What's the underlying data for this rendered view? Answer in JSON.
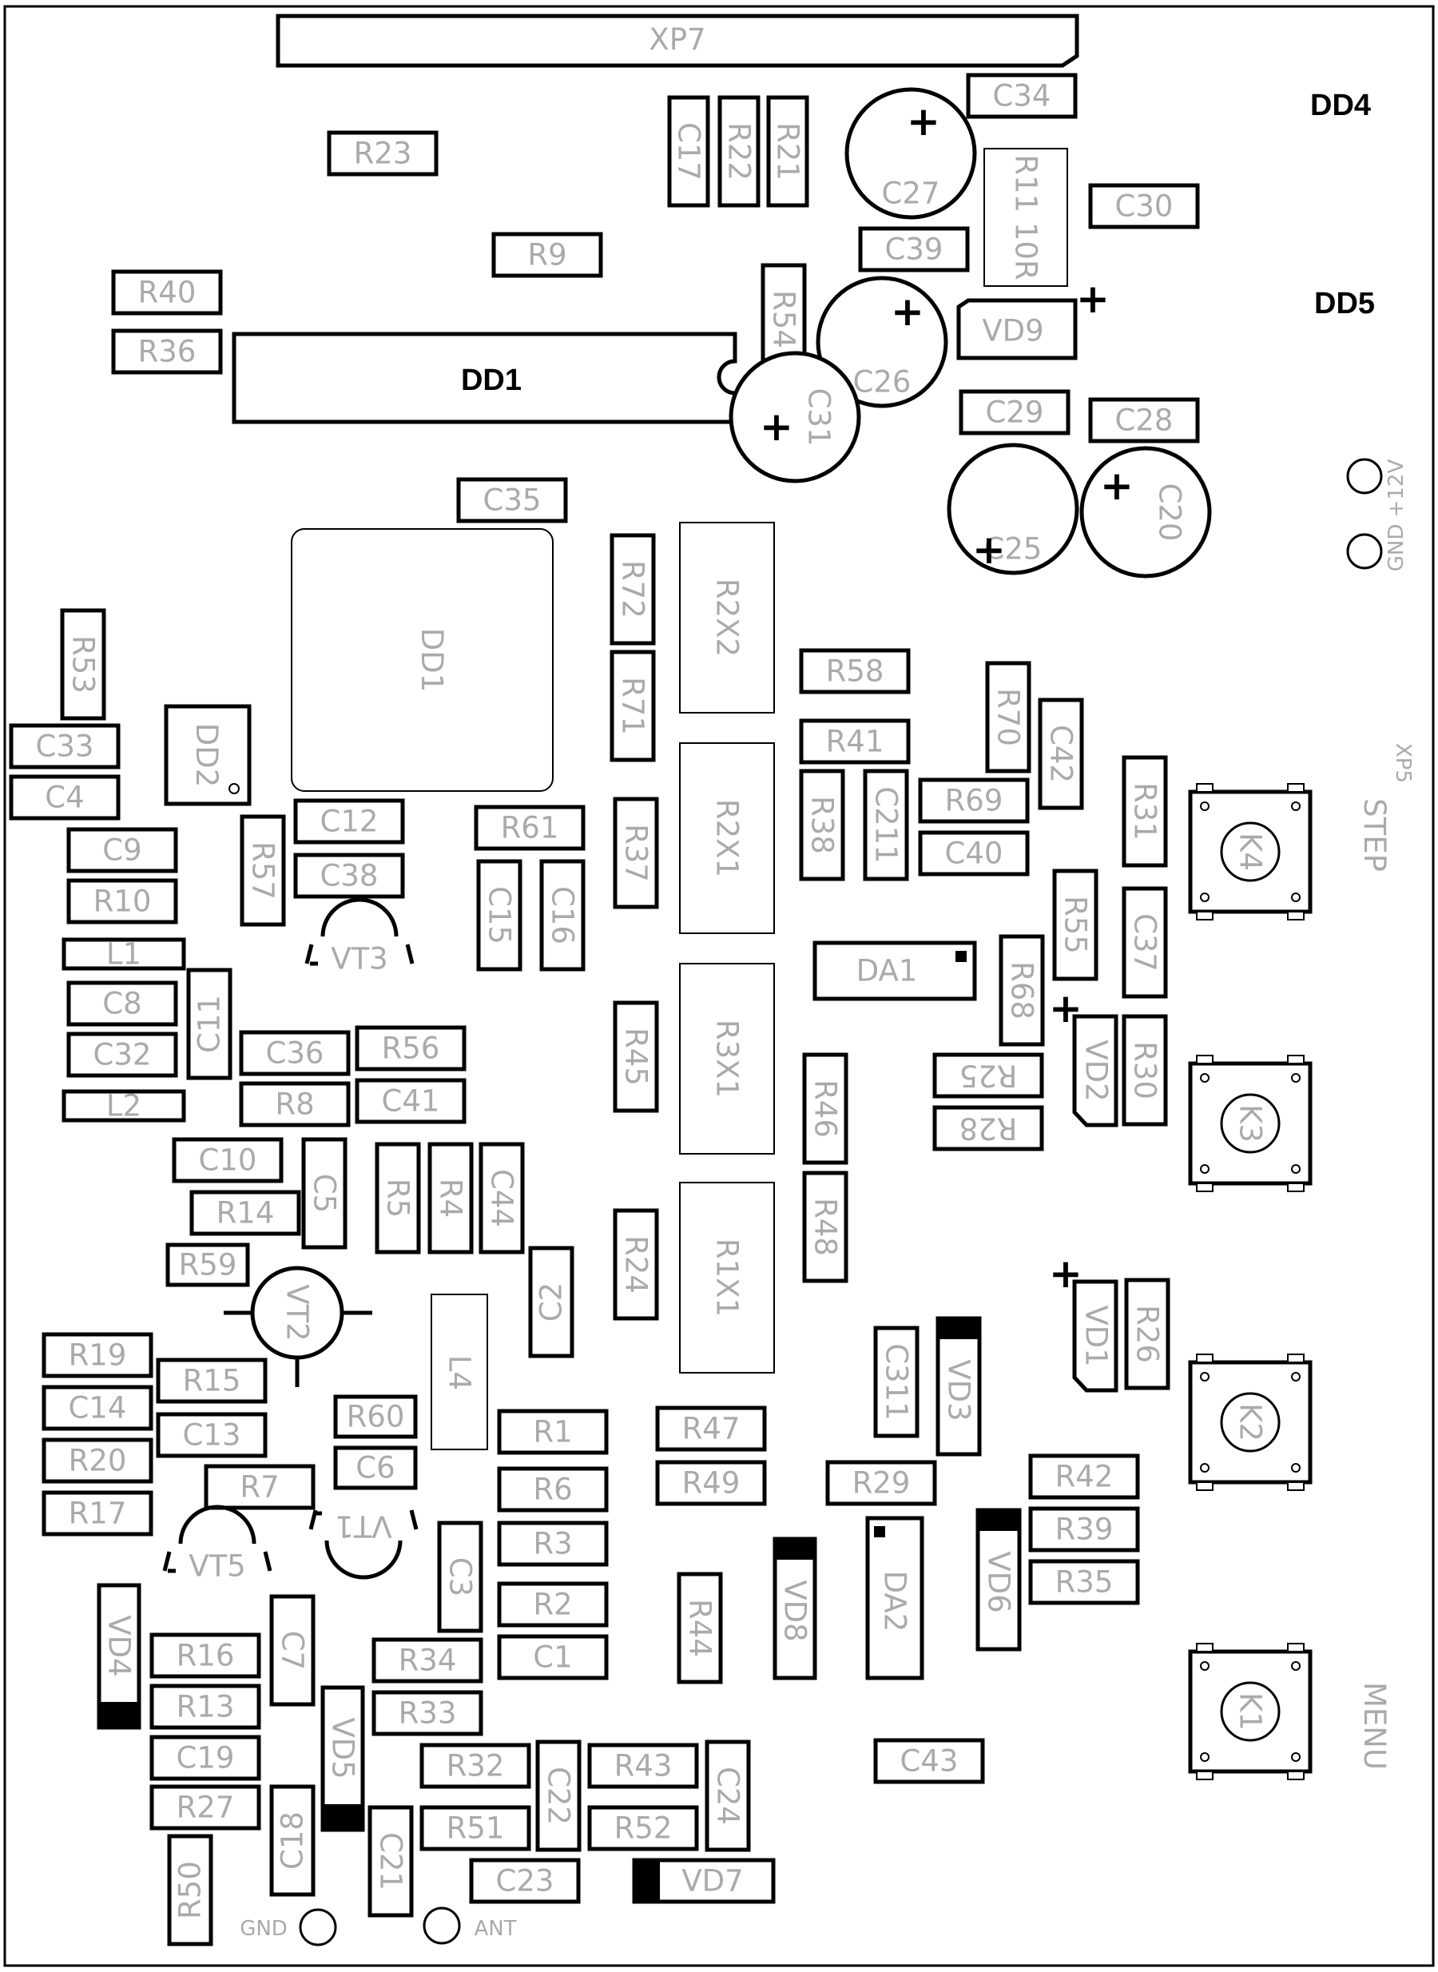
{
  "labels": {
    "dd4": "DD4",
    "dd5": "DD5",
    "dd1_top": "DD1",
    "dd1_chip": "DD1",
    "dd2": "DD2",
    "xp7": "XP7",
    "xp5": "XP5",
    "step": "STEP",
    "menu": "MENU",
    "power": "GND +12V",
    "gnd": "GND",
    "ant": "ANT",
    "plus": "+"
  },
  "buttons": [
    "K4",
    "K3",
    "K2",
    "K1"
  ],
  "transistors": [
    "VT1",
    "VT2",
    "VT3",
    "VT5"
  ],
  "diodes": [
    "VD1",
    "VD2",
    "VD3",
    "VD4",
    "VD5",
    "VD6",
    "VD7",
    "VD8",
    "VD9"
  ],
  "electrolytic_caps": [
    "C20",
    "C25",
    "C26",
    "C27",
    "C31"
  ],
  "ics": [
    "DA1",
    "DA2"
  ],
  "arrays": [
    "R1X1",
    "R2X1",
    "R2X2",
    "R3X1",
    "R11 10R"
  ],
  "inductors": [
    "L1",
    "L2",
    "L4"
  ],
  "resistors": [
    "R1",
    "R2",
    "R3",
    "R4",
    "R5",
    "R6",
    "R7",
    "R8",
    "R9",
    "R10",
    "R13",
    "R14",
    "R15",
    "R16",
    "R17",
    "R19",
    "R20",
    "R21",
    "R22",
    "R23",
    "R24",
    "R25",
    "R26",
    "R27",
    "R28",
    "R29",
    "R30",
    "R31",
    "R32",
    "R33",
    "R34",
    "R35",
    "R36",
    "R37",
    "R38",
    "R39",
    "R40",
    "R41",
    "R42",
    "R43",
    "R44",
    "R45",
    "R46",
    "R47",
    "R48",
    "R49",
    "R50",
    "R51",
    "R52",
    "R53",
    "R54",
    "R55",
    "R56",
    "R57",
    "R58",
    "R59",
    "R60",
    "R61",
    "R68",
    "R69",
    "R70",
    "R71",
    "R72"
  ],
  "capacitors": [
    "C1",
    "C2",
    "C3",
    "C4",
    "C5",
    "C6",
    "C7",
    "C8",
    "C9",
    "C10",
    "C11",
    "C12",
    "C13",
    "C14",
    "C15",
    "C16",
    "C17",
    "C18",
    "C19",
    "C21",
    "C22",
    "C23",
    "C24",
    "C28",
    "C29",
    "C30",
    "C32",
    "C33",
    "C34",
    "C35",
    "C36",
    "C37",
    "C38",
    "C39",
    "C40",
    "C41",
    "C42",
    "C43",
    "C44",
    "C211",
    "C311"
  ]
}
